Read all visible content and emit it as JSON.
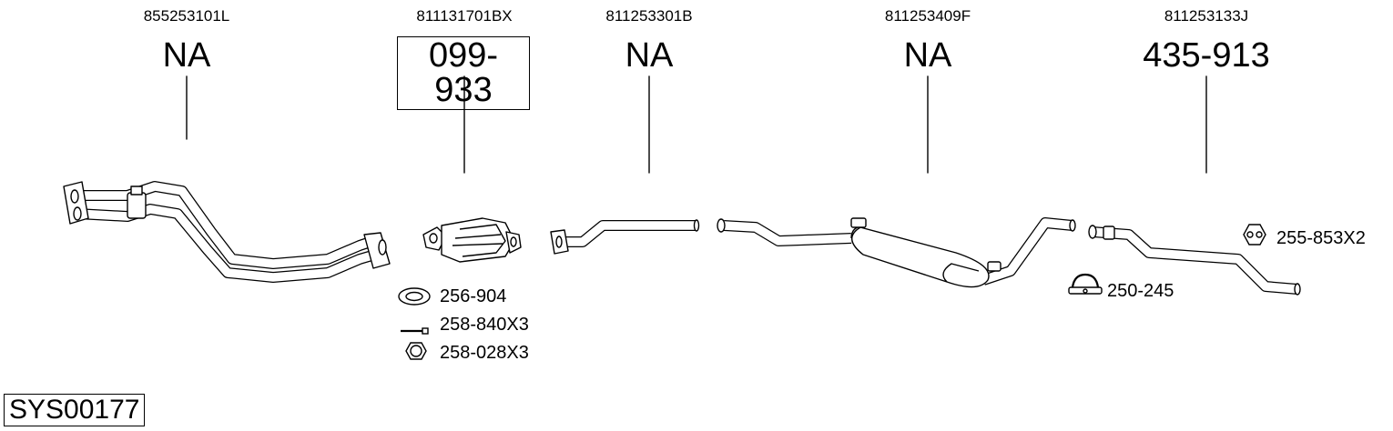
{
  "columns": [
    {
      "oem": "855253101L",
      "code": "NA",
      "boxed": false
    },
    {
      "oem": "811131701BX",
      "code": "099-933",
      "boxed": true
    },
    {
      "oem": "811253301B",
      "code": "NA",
      "boxed": false
    },
    {
      "oem": "811253409F",
      "code": "NA",
      "boxed": false
    },
    {
      "oem": "811253133J",
      "code": "435-913",
      "boxed": false
    }
  ],
  "accessories": [
    {
      "label": "256-904",
      "icon": "gasket-icon"
    },
    {
      "label": "258-840X3",
      "icon": "bolt-icon"
    },
    {
      "label": "258-028X3",
      "icon": "nut-icon"
    },
    {
      "label": "250-245",
      "icon": "clamp-icon"
    },
    {
      "label": "255-853X2",
      "icon": "rubber-mount-icon"
    }
  ],
  "system_id": "SYS00177"
}
